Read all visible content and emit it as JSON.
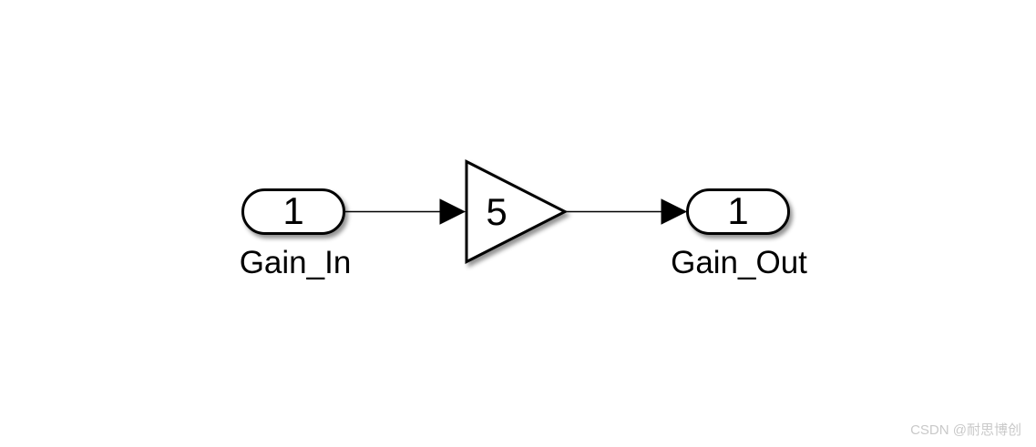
{
  "diagram": {
    "type": "simulink-block-diagram",
    "background_color": "#ffffff",
    "block_stroke_color": "#000000",
    "block_fill_color": "#ffffff",
    "shadow_color": "rgba(0,0,0,0.42)",
    "inport": {
      "block_type": "Inport",
      "port_number": "1",
      "label": "Gain_In"
    },
    "gain": {
      "block_type": "Gain",
      "value": "5"
    },
    "outport": {
      "block_type": "Outport",
      "port_number": "1",
      "label": "Gain_Out"
    }
  },
  "watermark": {
    "text": "CSDN @耐思博创",
    "color": "#c9c9c9"
  }
}
